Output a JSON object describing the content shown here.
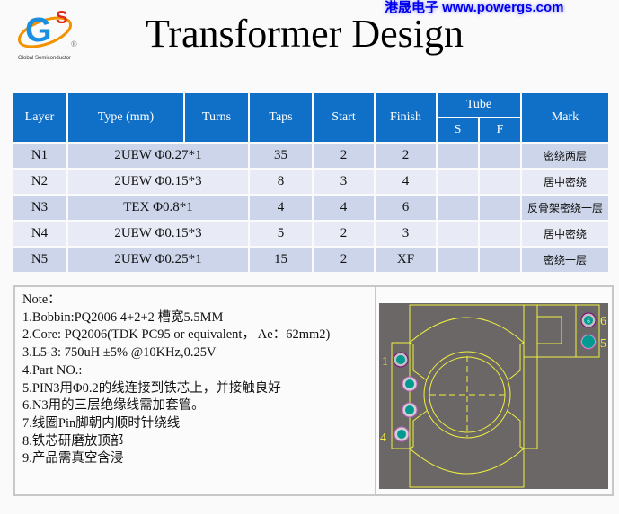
{
  "header": {
    "title": "Transformer Design",
    "brand": "港晟电子  www.powergs.com",
    "logo_caption": "Global Semiconductor",
    "logo_text": "GS"
  },
  "table": {
    "headers": {
      "layer": "Layer",
      "type": "Type (mm)",
      "turns": "Turns",
      "taps": "Taps",
      "start": "Start",
      "finish": "Finish",
      "tube": "Tube",
      "s": "S",
      "f": "F",
      "mark": "Mark"
    },
    "rows": [
      {
        "layer": "N1",
        "type": "2UEW  Φ0.27*1",
        "taps": "35",
        "start": "2",
        "finish": "2",
        "s": "",
        "f": "",
        "mark": "密绕两层"
      },
      {
        "layer": "N2",
        "type": "2UEW  Φ0.15*3",
        "taps": "8",
        "start": "3",
        "finish": "4",
        "s": "",
        "f": "",
        "mark": "居中密绕"
      },
      {
        "layer": "N3",
        "type": "TEX  Φ0.8*1",
        "taps": "4",
        "start": "4",
        "finish": "6",
        "s": "",
        "f": "",
        "mark": "反骨架密绕一层"
      },
      {
        "layer": "N4",
        "type": "2UEW  Φ0.15*3",
        "taps": "5",
        "start": "2",
        "finish": "3",
        "s": "",
        "f": "",
        "mark": "居中密绕"
      },
      {
        "layer": "N5",
        "type": "2UEW  Φ0.25*1",
        "taps": "15",
        "start": "2",
        "finish": "XF",
        "s": "",
        "f": "",
        "mark": "密绕一层"
      }
    ]
  },
  "notes": {
    "title": "Note：",
    "items": [
      "1.Bobbin:PQ2006 4+2+2 槽宽5.5MM",
      "2.Core: PQ2006(TDK PC95 or equivalent， Ae：62mm2)",
      "3.L5-3: 750uH ±5%  @10KHz,0.25V",
      "4.Part NO.:",
      "5.PIN3用Φ0.2的线连接到铁芯上，并接触良好",
      "6.N3用的三层绝缘线需加套管。",
      "7.线圈Pin脚朝内顺时针绕线",
      "8.铁芯研磨放顶部",
      "9.产品需真空含浸"
    ]
  },
  "diagram": {
    "pin_labels": {
      "p1": "1",
      "p4": "4",
      "p5": "5",
      "p6": "6"
    },
    "pin6_mark": "6",
    "colors": {
      "background": "#6b6766",
      "outline": "#f0f040",
      "pad": "#009a90"
    }
  }
}
